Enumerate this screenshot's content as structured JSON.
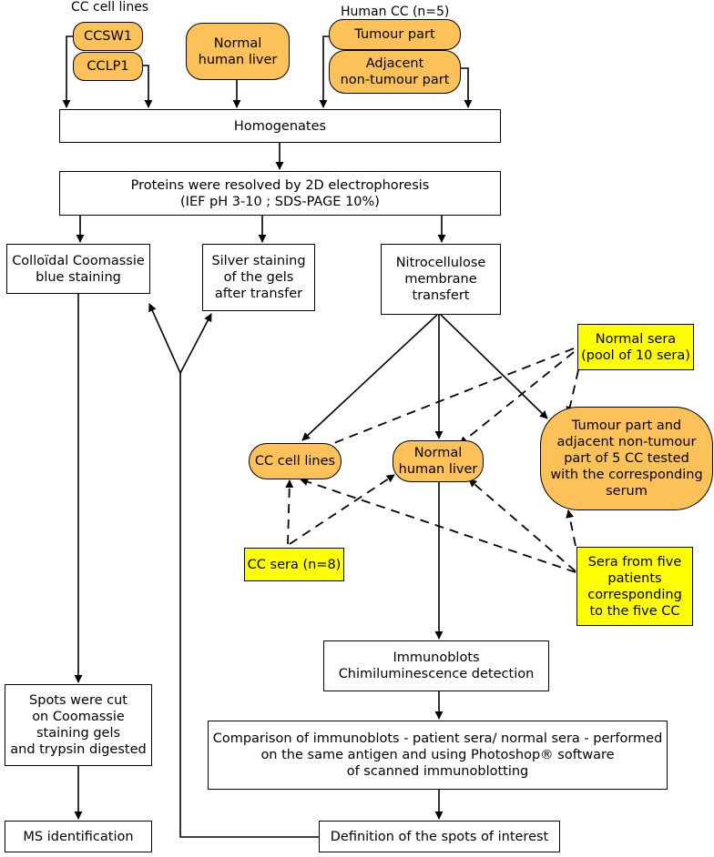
{
  "headers": {
    "cc_cell_lines": "CC cell lines",
    "human_cc": "Human CC (n=5)"
  },
  "sources": {
    "ccsw1": "CCSW1",
    "cclp1": "CCLP1",
    "normal_liver": [
      "Normal",
      "human liver"
    ],
    "tumour_part": "Tumour part",
    "adjacent": [
      "Adjacent",
      "non-tumour part"
    ]
  },
  "steps": {
    "homogenates": "Homogenates",
    "electrophoresis": [
      "Proteins were resolved by 2D electrophoresis",
      "(IEF pH 3-10 ; SDS-PAGE 10%)"
    ],
    "coomassie": [
      "Colloïdal Coomassie",
      "blue staining"
    ],
    "silver": [
      "Silver staining",
      "of the gels",
      "after transfer"
    ],
    "nitrocellulose": [
      "Nitrocellulose",
      "membrane",
      "transfert"
    ],
    "spots_cut": [
      "Spots were cut",
      "on Coomassie",
      "staining gels",
      "and trypsin digested"
    ],
    "ms_identification": "MS identification",
    "immunoblots": [
      "Immunoblots",
      "Chimiluminescence detection"
    ],
    "comparison": [
      "Comparison of immunoblots - patient sera/ normal sera - performed",
      "on the same antigen and using Photoshop® software",
      "of scanned immunoblotting"
    ],
    "definition": "Definition of the spots of interest"
  },
  "targets": {
    "cc_cell_lines": "CC cell lines",
    "normal_liver": [
      "Normal",
      "human liver"
    ],
    "tumour_adjacent": [
      "Tumour part and",
      "adjacent non-tumour",
      "part of 5 CC tested",
      "with the corresponding",
      "serum"
    ]
  },
  "sera": {
    "normal": [
      "Normal sera",
      "(pool of 10 sera)"
    ],
    "cc_sera": "CC sera (n=8)",
    "patients": [
      "Sera from five",
      "patients",
      "corresponding",
      "to the  five CC"
    ]
  },
  "colors": {
    "orange_fill": "#fdc15a",
    "yellow_fill": "#ffff00",
    "line": "#000000"
  }
}
